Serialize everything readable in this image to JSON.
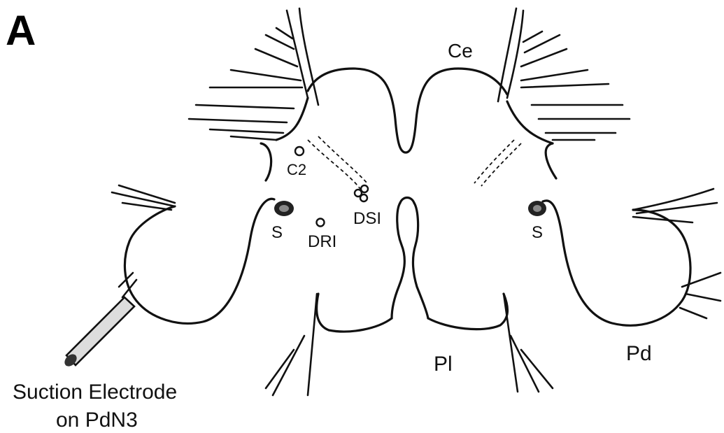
{
  "panel_label": "A",
  "ganglia": {
    "cerebral": "Ce",
    "pleural": "Pl",
    "pedal": "Pd"
  },
  "neurons": {
    "c2": "C2",
    "dsi": "DSI",
    "dri": "DRI",
    "s_left": "S",
    "s_right": "S"
  },
  "electrode": {
    "line1": "Suction Electrode",
    "line2": "on PdN3"
  }
}
